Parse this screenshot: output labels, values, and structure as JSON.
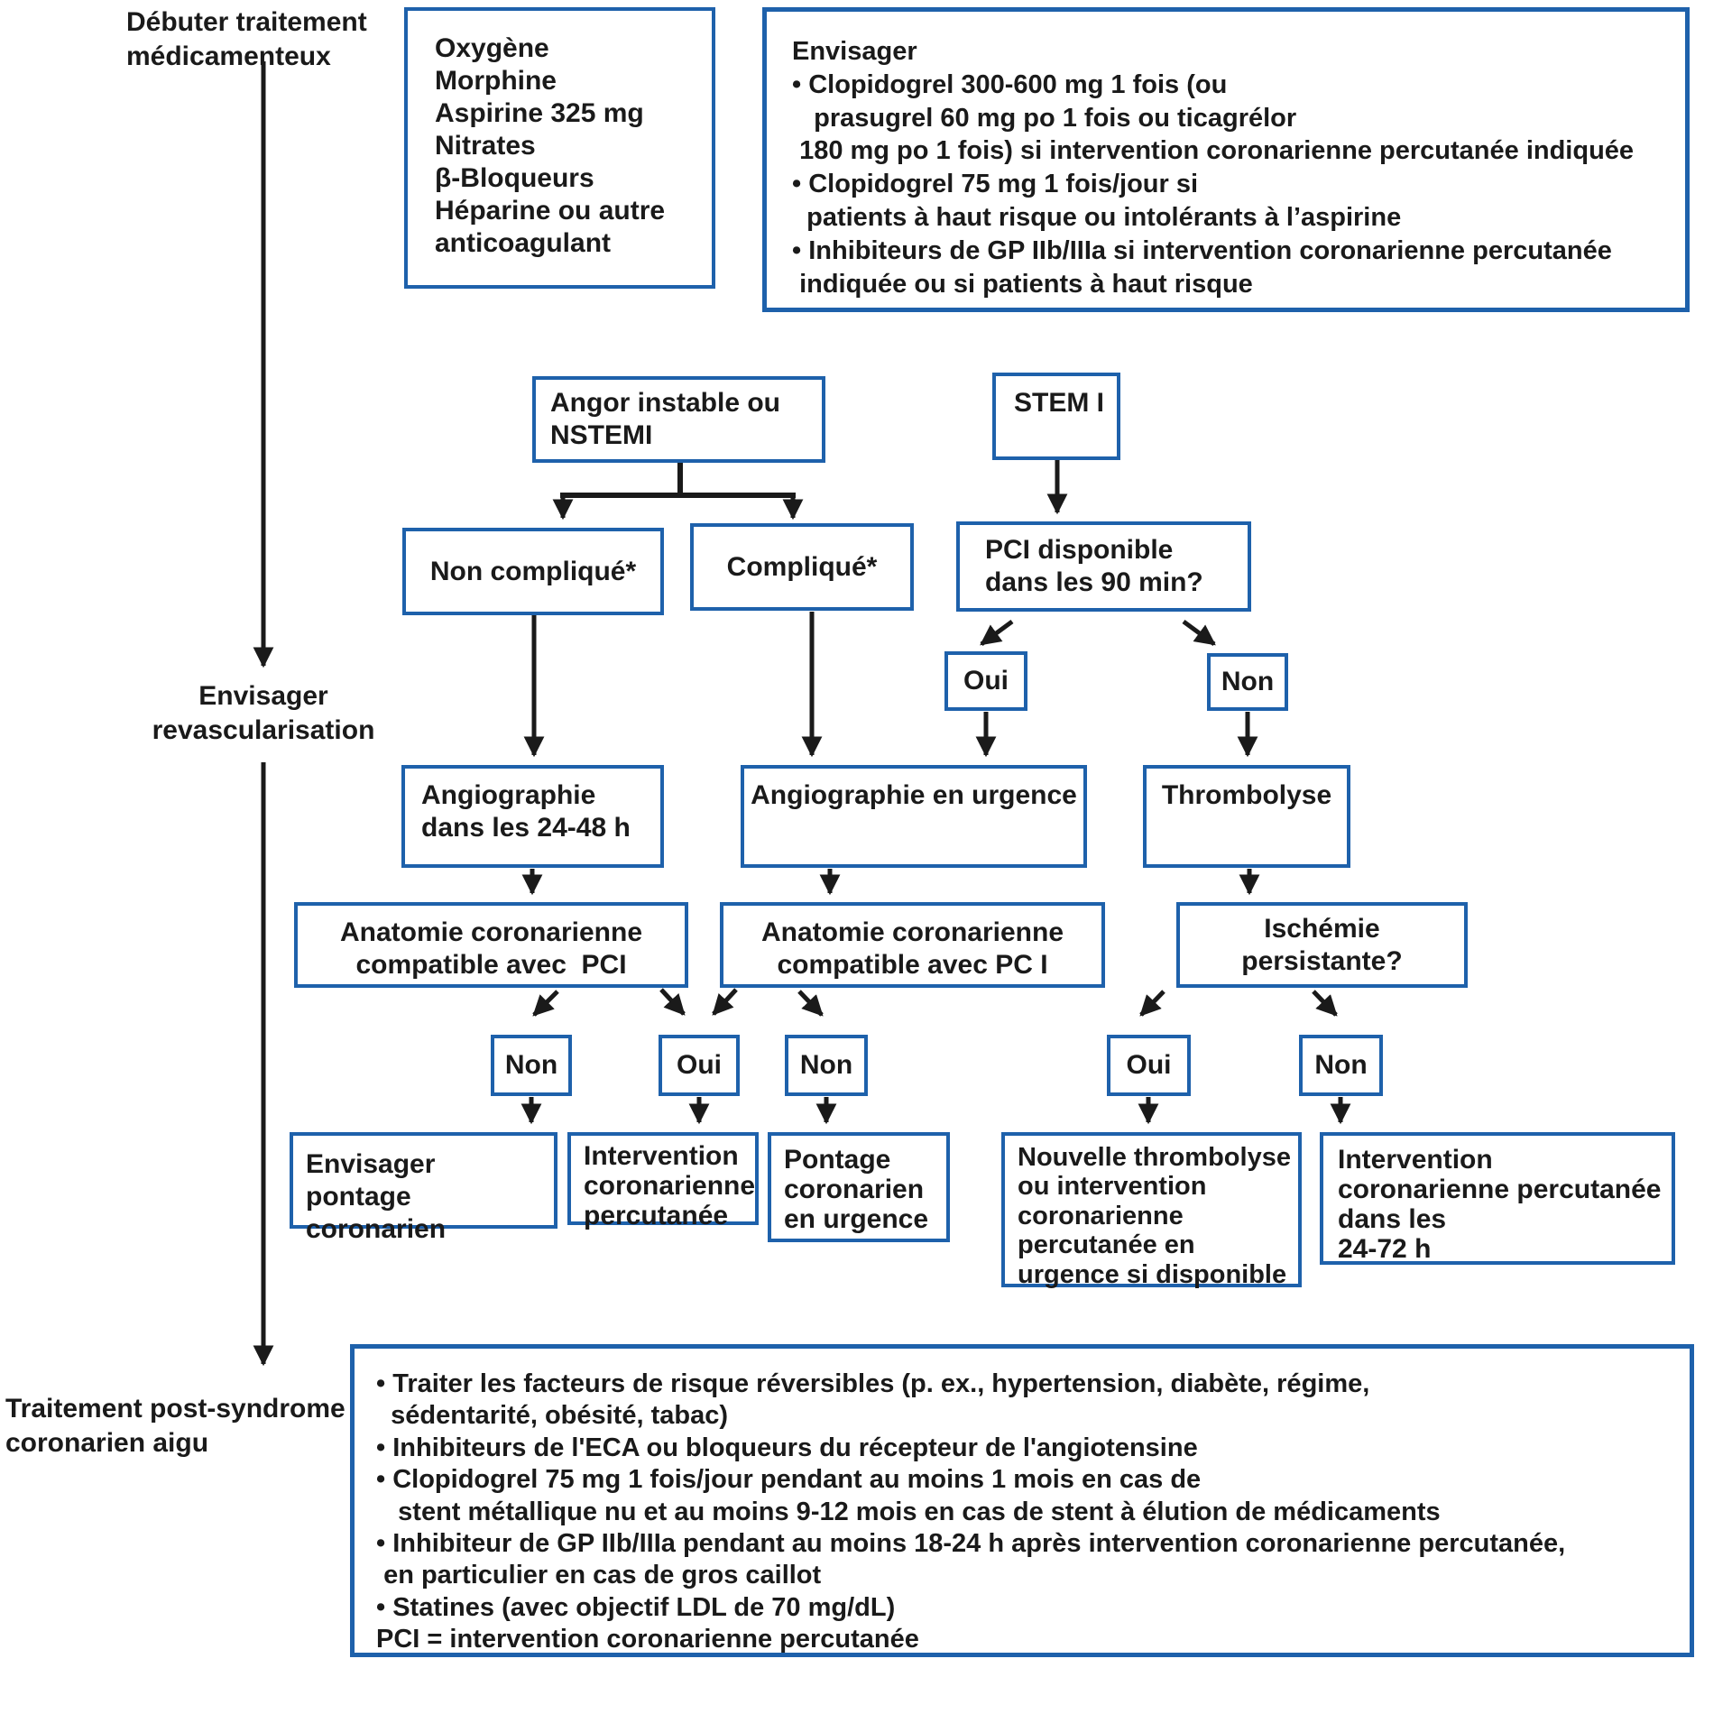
{
  "palette": {
    "box_border": "#1e61ab",
    "arrow": "#1a1a1a",
    "text": "#1a1a1a",
    "background": "#ffffff"
  },
  "stages": {
    "start_treatment": "Débuter traitement\nmédicamenteux",
    "consider_revascularization": "Envisager\nrevascularisation",
    "post_acs_treatment": "Traitement post-syndrome\ncoronarien aigu"
  },
  "boxes": {
    "medications": "Oxygène\nMorphine\nAspirine 325 mg\nNitrates\nβ-Bloqueurs\nHéparine ou autre\nanticoagulant",
    "consider": "Envisager\n• Clopidogrel 300-600 mg 1 fois (ou\n   prasugrel 60 mg po 1 fois ou ticagrélor\n 180 mg po 1 fois) si intervention coronarienne percutanée indiquée\n• Clopidogrel 75 mg 1 fois/jour si\n  patients à haut risque ou intolérants à l’aspirine\n• Inhibiteurs de GP IIb/IIIa si intervention coronarienne percutanée\n indiquée ou si patients à haut risque",
    "unstable_angina": "Angor instable ou\nNSTEMI",
    "stemi": "STEM I",
    "uncomplicated": "Non compliqué*",
    "complicated": "Compliqué*",
    "pci_available": "PCI disponible\ndans les 90 min?",
    "pci_yes": "Oui",
    "pci_no": "Non",
    "angiography_24_48": "Angiographie\ndans les 24-48 h",
    "angiography_urgent": "Angiographie en urgence",
    "thrombolysis": "Thrombolyse",
    "anatomy_pci_1": "Anatomie coronarienne\ncompatible avec  PCI",
    "anatomy_pci_2": "Anatomie coronarienne\ncompatible avec PC I",
    "persistent_ischemia": "Ischémie persistante?",
    "anat1_no": "Non",
    "anat_yes": "Oui",
    "anat2_no": "Non",
    "ischemia_yes": "Oui",
    "ischemia_no": "Non",
    "consider_cabg": "Envisager\npontage coronarien",
    "pci_result": "Intervention\ncoronarienne\npercutanée",
    "urgent_cabg": "Pontage\ncoronarien\nen urgence",
    "repeat_thrombolysis": "Nouvelle thrombolyse\nou intervention\ncoronarienne\npercutanée en\nurgence si disponible",
    "pci_24_72": "Intervention\ncoronarienne percutanée\ndans les\n24-72 h",
    "post_treatment": "• Traiter les facteurs de risque réversibles (p. ex., hypertension, diabète, régime,\n  sédentarité, obésité, tabac)\n• Inhibiteurs de l'ECA ou bloqueurs du récepteur de l'angiotensine\n• Clopidogrel 75 mg 1 fois/jour pendant au moins 1 mois en cas de\n   stent métallique nu et au moins 9-12 mois en cas de stent à élution de médicaments\n• Inhibiteur de GP IIb/IIIa pendant au moins 18-24 h après intervention coronarienne percutanée,\n en particulier en cas de gros caillot\n• Statines (avec objectif LDL de 70 mg/dL)\nPCI = intervention coronarienne percutanée"
  }
}
